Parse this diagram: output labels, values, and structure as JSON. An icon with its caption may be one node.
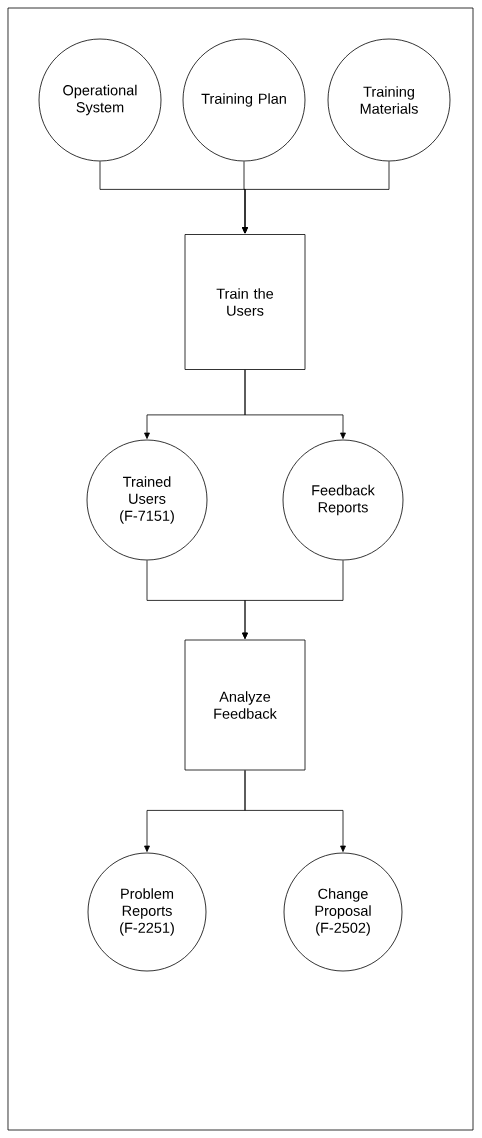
{
  "diagram": {
    "nodes": [
      {
        "text": [
          "Operational System"
        ]
      },
      {
        "text": [
          "Training Plan"
        ]
      },
      {
        "text": [
          "Training Materials"
        ]
      },
      {
        "text": [
          "Train the Users"
        ]
      },
      {
        "text": [
          "Trained Users (F-7151)"
        ]
      },
      {
        "text": [
          "Feedback Reports"
        ]
      },
      {
        "text": [
          "Analyze Feedback"
        ]
      },
      {
        "text": [
          "Problem Reports (F-2251)"
        ]
      },
      {
        "text": [
          "Change Proposal (F-2502)"
        ]
      }
    ],
    "edges": [
      {
        "from": 0,
        "to": 3,
        "arrow": "to"
      },
      {
        "from": 1,
        "to": 3,
        "arrow": "to"
      },
      {
        "from": 2,
        "to": 3,
        "arrow": "to"
      },
      {
        "from": 3,
        "to": 4,
        "arrow": "to"
      },
      {
        "from": 3,
        "to": 5,
        "arrow": "to"
      },
      {
        "from": 4,
        "to": 6,
        "arrow": "to"
      },
      {
        "from": 5,
        "to": 6,
        "arrow": "to"
      },
      {
        "from": 6,
        "to": 7,
        "arrow": "to"
      },
      {
        "from": 6,
        "to": 8,
        "arrow": "to"
      }
    ]
  }
}
